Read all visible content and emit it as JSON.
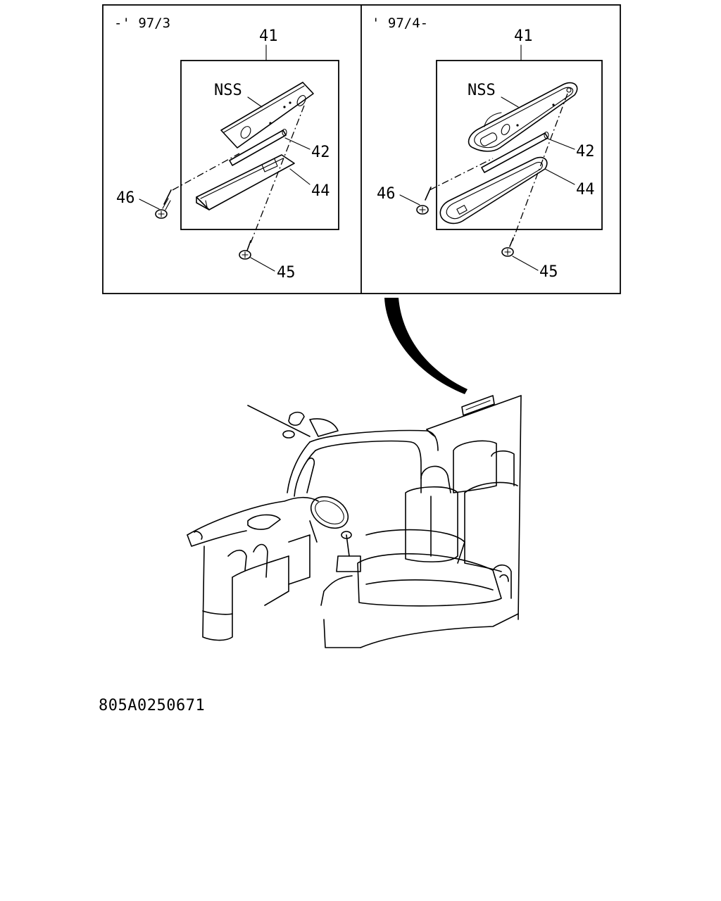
{
  "diagram": {
    "panels": [
      {
        "period": "-' 97/3",
        "callouts": {
          "assembly": "41",
          "nss": "NSS",
          "lens": "42",
          "cover": "44",
          "screw_lower": "45",
          "screw_left": "46"
        }
      },
      {
        "period": "' 97/4-",
        "callouts": {
          "assembly": "41",
          "nss": "NSS",
          "lens": "42",
          "cover": "44",
          "screw_lower": "45",
          "screw_left": "46"
        }
      }
    ],
    "drawing_code": "805A0250671"
  }
}
